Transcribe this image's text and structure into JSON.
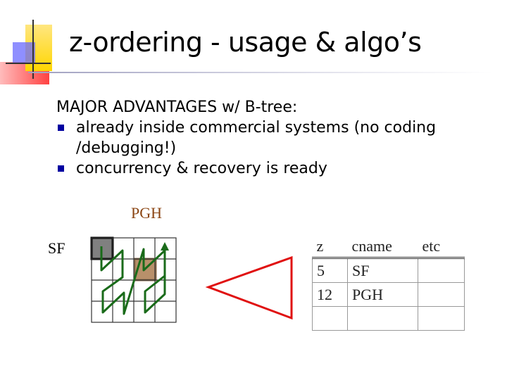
{
  "slide": {
    "title": "z-ordering - usage & algo’s",
    "heading": "MAJOR ADVANTAGES w/ B-tree:",
    "bullets": [
      "already inside commercial systems (no coding /debugging!)",
      "concurrency & recovery is ready"
    ]
  },
  "figure": {
    "pgh_label": "PGH",
    "sf_label": "SF",
    "table": {
      "headers": [
        "z",
        "cname",
        "etc"
      ],
      "rows": [
        [
          "5",
          "SF",
          ""
        ],
        [
          "12",
          "PGH",
          ""
        ],
        [
          "",
          "",
          ""
        ]
      ]
    }
  },
  "colors": {
    "accent_blue": "#0000a0",
    "deco_red": "#ff2020",
    "deco_yellow": "#ffd600",
    "zcurve_green": "#1a6b1a",
    "sf_cell": "#808080",
    "pgh_cell": "#b8906a",
    "arrow_red": "#e01010"
  }
}
